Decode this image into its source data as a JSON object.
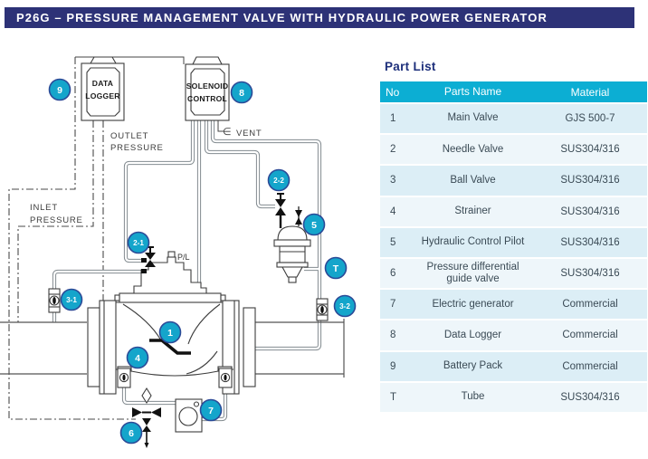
{
  "title": "P26G – PRESSURE MANAGEMENT VALVE WITH HYDRAULIC POWER GENERATOR",
  "colors": {
    "title_bar": "#2d3277",
    "table_header": "#0caed3",
    "row_light": "#eef6fa",
    "row_blue": "#dceef6",
    "callout_fill": "#14a5cb",
    "callout_ring": "#2b4a97",
    "heading_navy": "#1d2f7b"
  },
  "diagram": {
    "boxes": {
      "data_logger": {
        "lines": [
          "DATA",
          "LOGGER"
        ]
      },
      "solenoid": {
        "lines": [
          "SOLENOID",
          "CONTROL"
        ]
      }
    },
    "labels": {
      "outlet_pressure": [
        "OUTLET",
        "PRESSURE"
      ],
      "inlet_pressure": [
        "INLET",
        "PRESSURE"
      ],
      "vent": "VENT",
      "vent_symbol": "∈",
      "pl_port": "P/L"
    },
    "callouts": {
      "c9": "9",
      "c8": "8",
      "c22": "2-2",
      "c5": "5",
      "c21": "2-1",
      "cT": "T",
      "c31": "3-1",
      "c32": "3-2",
      "c1": "1",
      "c4": "4",
      "c7": "7",
      "c6": "6"
    }
  },
  "part_list": {
    "heading": "Part List",
    "columns": [
      "No",
      "Parts Name",
      "Material"
    ],
    "rows": [
      {
        "no": "1",
        "name": "Main Valve",
        "material": "GJS 500-7"
      },
      {
        "no": "2",
        "name": "Needle Valve",
        "material": "SUS304/316"
      },
      {
        "no": "3",
        "name": "Ball Valve",
        "material": "SUS304/316"
      },
      {
        "no": "4",
        "name": "Strainer",
        "material": "SUS304/316"
      },
      {
        "no": "5",
        "name": "Hydraulic Control Pilot",
        "material": "SUS304/316"
      },
      {
        "no": "6",
        "name": "Pressure differential guide valve",
        "material": "SUS304/316"
      },
      {
        "no": "7",
        "name": "Electric generator",
        "material": "Commercial"
      },
      {
        "no": "8",
        "name": "Data Logger",
        "material": "Commercial"
      },
      {
        "no": "9",
        "name": "Battery Pack",
        "material": "Commercial"
      },
      {
        "no": "T",
        "name": "Tube",
        "material": "SUS304/316"
      }
    ]
  }
}
